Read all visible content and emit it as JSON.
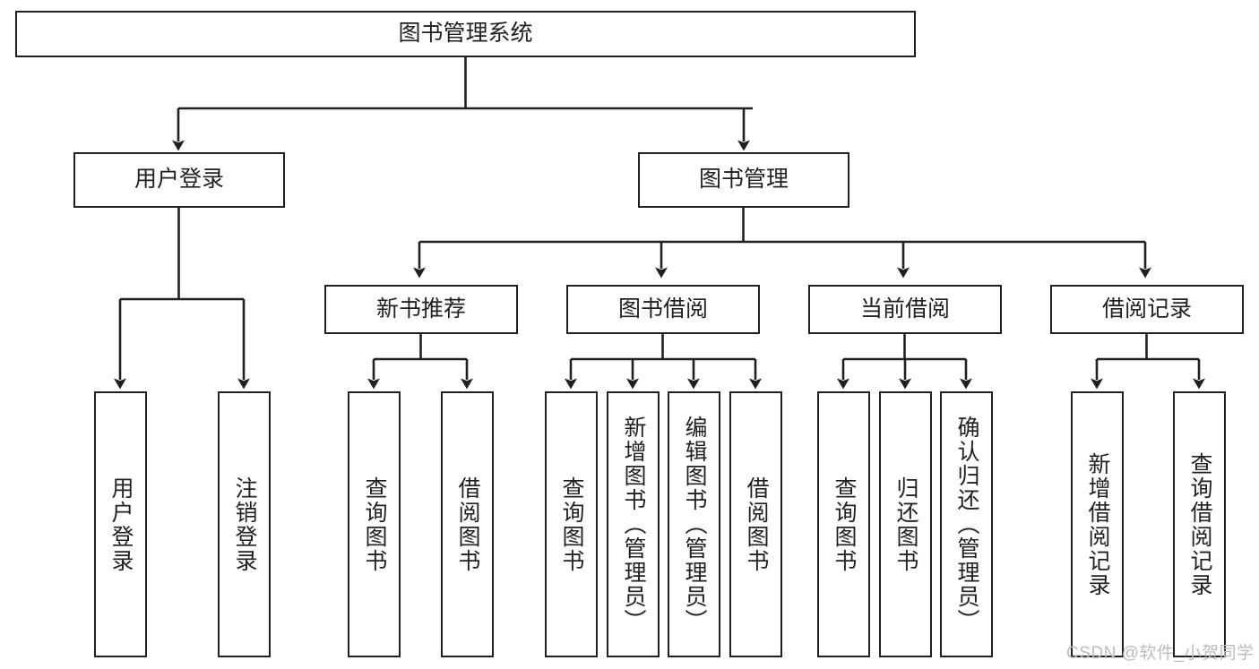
{
  "diagram": {
    "title": "图书管理系统",
    "type": "tree-hierarchy",
    "orientation": "top-down",
    "arrow_color": "#231f20",
    "box_border_color": "#231f20",
    "box_fill_color": "#ffffff",
    "nodes": {
      "root": {
        "label": "图书管理系统"
      },
      "level2": [
        {
          "id": "user-login",
          "label": "用户登录"
        },
        {
          "id": "book-manage",
          "label": "图书管理"
        }
      ],
      "level3": [
        {
          "id": "new-book-recommend",
          "label": "新书推荐"
        },
        {
          "id": "book-borrow",
          "label": "图书借阅"
        },
        {
          "id": "current-borrow",
          "label": "当前借阅"
        },
        {
          "id": "borrow-record",
          "label": "借阅记录"
        }
      ],
      "leaves": {
        "user-login": [
          {
            "id": "leaf-user-login",
            "label": "用户登录"
          },
          {
            "id": "leaf-logout",
            "label": "注销登录"
          }
        ],
        "new-book-recommend": [
          {
            "id": "leaf-query-book-1",
            "label": "查询图书"
          },
          {
            "id": "leaf-borrow-book-1",
            "label": "借阅图书"
          }
        ],
        "book-borrow": [
          {
            "id": "leaf-query-book-2",
            "label": "查询图书"
          },
          {
            "id": "leaf-add-book",
            "label": "新增图书（管理员）"
          },
          {
            "id": "leaf-edit-book",
            "label": "编辑图书（管理员）"
          },
          {
            "id": "leaf-borrow-book-2",
            "label": "借阅图书"
          }
        ],
        "current-borrow": [
          {
            "id": "leaf-query-book-3",
            "label": "查询图书"
          },
          {
            "id": "leaf-return-book",
            "label": "归还图书"
          },
          {
            "id": "leaf-confirm-return",
            "label": "确认归还（管理员）"
          }
        ],
        "borrow-record": [
          {
            "id": "leaf-add-record",
            "label": "新增借阅记录"
          },
          {
            "id": "leaf-query-record",
            "label": "查询借阅记录"
          }
        ]
      }
    }
  },
  "watermark": {
    "text": "CSDN @软件_小贺同学"
  }
}
